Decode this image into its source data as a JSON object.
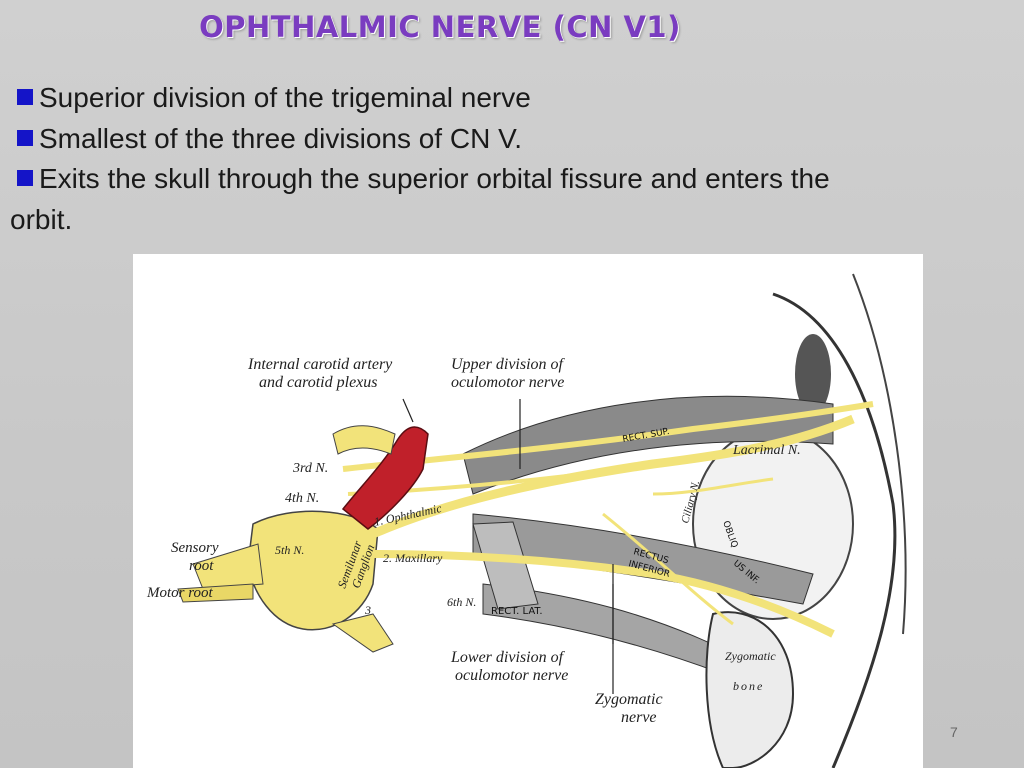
{
  "slide": {
    "title": "OPHTHALMIC NERVE (CN V1)",
    "bullets": [
      "Superior division of the trigeminal nerve",
      "Smallest of the three divisions of CN V.",
      "Exits the skull through the superior orbital fissure and enters the"
    ],
    "continuation": "orbit.",
    "page_number": "7",
    "bullet_color": "#1414c8",
    "title_color": "#7a3cc0"
  },
  "figure": {
    "labels": {
      "internal_carotid_1": "Internal carotid artery",
      "internal_carotid_2": "and carotid plexus",
      "upper_division_1": "Upper division of",
      "upper_division_2": "oculomotor nerve",
      "lacrimal": "Lacrimal N.",
      "third_n": "3rd N.",
      "fourth_n": "4th N.",
      "sensory_1": "Sensory",
      "sensory_2": "root",
      "motor_root": "Motor root",
      "fifth_n": "5th N.",
      "semilunar_1": "Semilunar",
      "semilunar_2": "Ganglion",
      "ophthalmic": "1. Ophthalmic",
      "maxillary": "2. Maxillary",
      "three": "3",
      "sixth_n": "6th N.",
      "rect_lat": "RECT. LAT.",
      "rect_sup": "RECT. SUP.",
      "rectus_inferior_1": "RECTUS",
      "rectus_inferior_2": "INFERIOR",
      "obliquus_1": "OBLIQ",
      "obliquus_2": "US INF.",
      "ciliary": "Ciliary N.",
      "lower_division_1": "Lower division of",
      "lower_division_2": "oculomotor nerve",
      "zygomatic_nerve_1": "Zygomatic",
      "zygomatic_nerve_2": "nerve",
      "zygomatic_bone_1": "Zygomatic",
      "zygomatic_bone_2": "bone"
    },
    "colors": {
      "nerve_yellow": "#f2e37a",
      "artery_red": "#c0202a",
      "muscle_gray": "#8a8a8a"
    }
  }
}
